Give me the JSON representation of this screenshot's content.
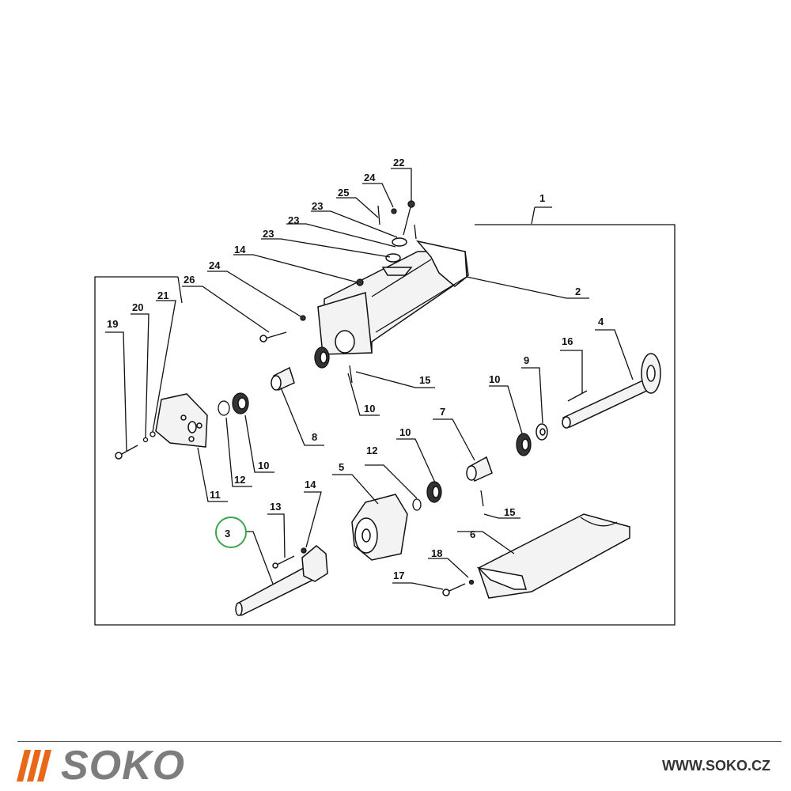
{
  "brand": {
    "name": "SOKO",
    "website": "WWW.SOKO.CZ",
    "accent_color": "#e8681a",
    "text_color": "#7d7d7d"
  },
  "highlight_color": "#3aa54a",
  "callouts": [
    {
      "id": "c1",
      "label": "1"
    },
    {
      "id": "c2",
      "label": "2"
    },
    {
      "id": "c3",
      "label": "3",
      "highlighted": true
    },
    {
      "id": "c4",
      "label": "4"
    },
    {
      "id": "c5",
      "label": "5"
    },
    {
      "id": "c6",
      "label": "6"
    },
    {
      "id": "c7",
      "label": "7"
    },
    {
      "id": "c8",
      "label": "8"
    },
    {
      "id": "c9",
      "label": "9"
    },
    {
      "id": "c10a",
      "label": "10"
    },
    {
      "id": "c10b",
      "label": "10"
    },
    {
      "id": "c10c",
      "label": "10"
    },
    {
      "id": "c10d",
      "label": "10"
    },
    {
      "id": "c11",
      "label": "11"
    },
    {
      "id": "c12a",
      "label": "12"
    },
    {
      "id": "c12b",
      "label": "12"
    },
    {
      "id": "c13",
      "label": "13"
    },
    {
      "id": "c14a",
      "label": "14"
    },
    {
      "id": "c14b",
      "label": "14"
    },
    {
      "id": "c15a",
      "label": "15"
    },
    {
      "id": "c15b",
      "label": "15"
    },
    {
      "id": "c16",
      "label": "16"
    },
    {
      "id": "c17",
      "label": "17"
    },
    {
      "id": "c18",
      "label": "18"
    },
    {
      "id": "c19",
      "label": "19"
    },
    {
      "id": "c20",
      "label": "20"
    },
    {
      "id": "c21",
      "label": "21"
    },
    {
      "id": "c22",
      "label": "22"
    },
    {
      "id": "c23a",
      "label": "23"
    },
    {
      "id": "c23b",
      "label": "23"
    },
    {
      "id": "c23c",
      "label": "23"
    },
    {
      "id": "c24a",
      "label": "24"
    },
    {
      "id": "c24b",
      "label": "24"
    },
    {
      "id": "c25",
      "label": "25"
    },
    {
      "id": "c26",
      "label": "26"
    }
  ]
}
